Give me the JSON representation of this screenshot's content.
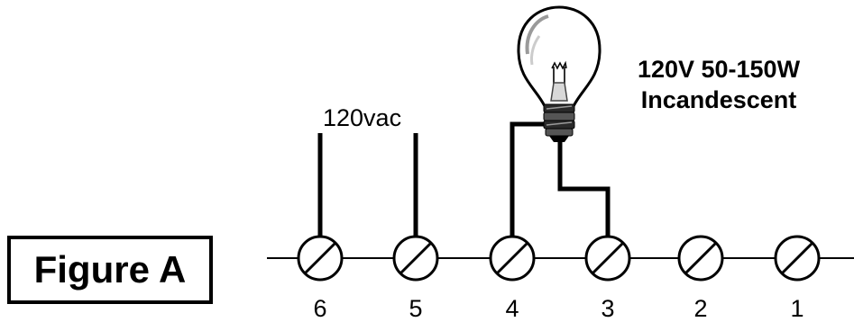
{
  "figure": {
    "title": "Figure A"
  },
  "supply": {
    "label": "120vac"
  },
  "bulb": {
    "label_line1": "120V 50-150W",
    "label_line2": "Incandescent"
  },
  "terminals": [
    {
      "number": "6"
    },
    {
      "number": "5"
    },
    {
      "number": "4"
    },
    {
      "number": "3"
    },
    {
      "number": "2"
    },
    {
      "number": "1"
    }
  ]
}
